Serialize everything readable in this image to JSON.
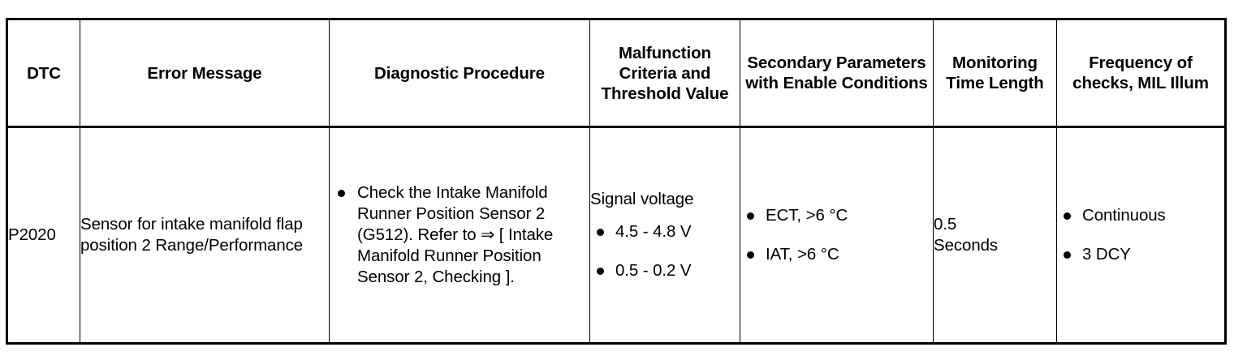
{
  "table": {
    "columns": [
      {
        "key": "dtc",
        "label": "DTC"
      },
      {
        "key": "errmsg",
        "label": "Error Message"
      },
      {
        "key": "diag",
        "label": "Diagnostic Procedure"
      },
      {
        "key": "malf",
        "label": "Malfunction Criteria and Threshold Value"
      },
      {
        "key": "sec",
        "label": "Secondary Parameters with Enable Conditions"
      },
      {
        "key": "mon",
        "label": "Monitoring Time Length"
      },
      {
        "key": "freq",
        "label": "Frequency of checks, MIL Illum"
      }
    ],
    "rows": [
      {
        "dtc": "P2020",
        "error_message": "Sensor for intake manifold flap position 2 Range/Performance",
        "diagnostic_procedure": {
          "bullets": [
            "Check the Intake Manifold Runner Position Sensor 2 (G512). Refer to ⇒ [ Intake Manifold Runner Position Sensor 2, Checking ]."
          ]
        },
        "malfunction_criteria": {
          "heading": "Signal voltage",
          "bullets": [
            "4.5 - 4.8 V",
            "0.5 - 0.2 V"
          ]
        },
        "secondary_parameters": {
          "bullets": [
            "ECT, >6 °C",
            "IAT, >6 °C"
          ]
        },
        "monitoring_time_length": "0.5\nSeconds",
        "frequency_checks_mil": {
          "bullets": [
            "Continuous",
            "3 DCY"
          ]
        }
      }
    ]
  },
  "style": {
    "border_color": "#000000",
    "text_color": "#000000",
    "background": "#ffffff"
  }
}
